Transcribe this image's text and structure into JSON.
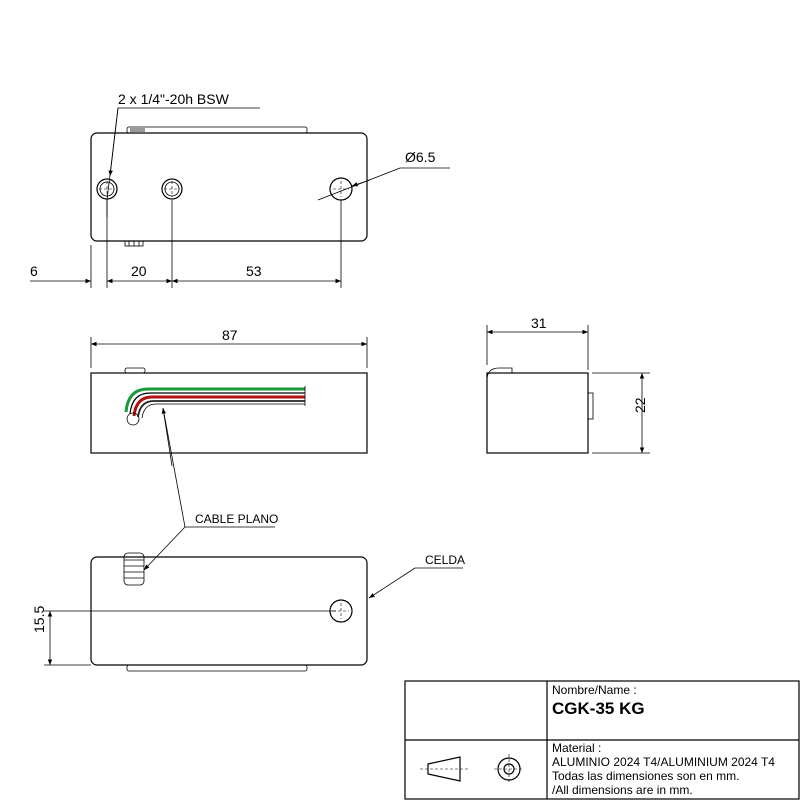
{
  "annotations": {
    "thread": "2 x 1/4\"-20h BSW",
    "hole_dia": "Ø6.5",
    "cable": "CABLE PLANO",
    "cell": "CELDA"
  },
  "dimensions": {
    "d6": "6",
    "d20": "20",
    "d53": "53",
    "d87": "87",
    "d31": "31",
    "d22": "22",
    "d15_5": "15.5"
  },
  "title_block": {
    "name_label": "Nombre/Name :",
    "name_value": "CGK-35 KG",
    "material_label": "Material :",
    "material_line1": "ALUMINIO 2024 T4/ALUMINIUM 2024 T4",
    "material_line2": "Todas las dimensiones son en mm.",
    "material_line3": "/All dimensions are in mm."
  },
  "colors": {
    "wire_green": "#1a9a3a",
    "wire_red": "#b01010",
    "wire_black": "#222222"
  }
}
